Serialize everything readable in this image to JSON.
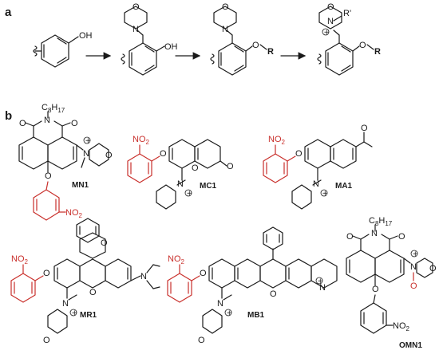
{
  "panels": {
    "a": "a",
    "b": "b"
  },
  "panel_a": {
    "oh1": "OH",
    "n2": "N",
    "o2": "O",
    "oh2": "OH",
    "n3": "N",
    "o3": "O",
    "ox3": "O",
    "r3": "R",
    "n4": "N",
    "o4": "O",
    "r4prime": "R'",
    "ox4": "O",
    "r4": "R"
  },
  "compounds": {
    "MN1": {
      "label": "MN1",
      "c8": "C",
      "c8sub": "8",
      "h17": "H",
      "h17sub": "17",
      "n_imide": "N",
      "o_a": "O",
      "o_b": "O",
      "n_amm": "N",
      "o_morph": "O",
      "o_ether": "O",
      "no2": "NO",
      "no2sub": "2"
    },
    "MC1": {
      "label": "MC1",
      "no2": "NO",
      "no2sub": "2",
      "o_ether": "O",
      "o_lactone": "O",
      "o_carbonyl": "O",
      "n_amm": "N"
    },
    "MA1": {
      "label": "MA1",
      "no2": "NO",
      "no2sub": "2",
      "o_ether": "O",
      "o_acetyl": "O",
      "n_amm": "N"
    },
    "MR1": {
      "label": "MR1",
      "no2": "NO",
      "no2sub": "2",
      "o_ether": "O",
      "o_xanth": "O",
      "o_lactone": "O",
      "n_dialkyl": "N",
      "n_amm": "N",
      "o_morph": "O"
    },
    "MB1": {
      "label": "MB1",
      "no2": "NO",
      "no2sub": "2",
      "o_ether": "O",
      "o_xanth": "O",
      "n_amm": "N",
      "o_morph": "O",
      "n_jul": "N"
    },
    "OMN1": {
      "label": "OMN1",
      "c8": "C",
      "c8sub": "8",
      "h17": "H",
      "h17sub": "17",
      "n_imide": "N",
      "o_a": "O",
      "o_b": "O",
      "n_ox": "N",
      "o_minus": "O",
      "o_morph": "O",
      "o_ether": "O",
      "no2": "NO",
      "no2sub": "2"
    }
  },
  "colors": {
    "bond": "#1a1a1a",
    "highlight": "#c9302c"
  }
}
